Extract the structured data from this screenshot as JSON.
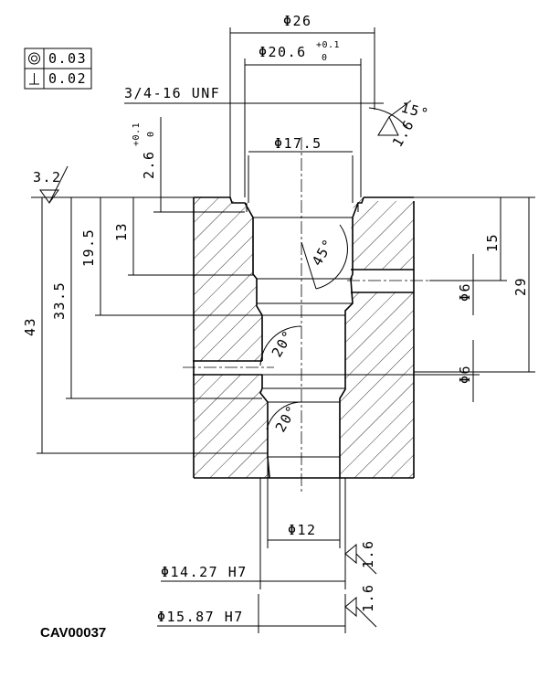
{
  "tolerances": {
    "concentricity_symbol": "◎",
    "concentricity_value": "0.03",
    "perpendicularity_symbol": "⊥",
    "perpendicularity_value": "0.02"
  },
  "dimensions": {
    "d_outer": "Φ26",
    "d_thread_bore": "Φ20.6",
    "d_thread_bore_tol_upper": "+0.1",
    "d_thread_bore_tol_lower": "0",
    "thread_spec": "3/4-16 UNF",
    "chamfer_angle": "15°",
    "chamfer_roughness": "1.6",
    "d_17_5": "Φ17.5",
    "depth_2_6": "2.6",
    "depth_2_6_tol_upper": "+0.1",
    "depth_2_6_tol_lower": "0",
    "roughness_top": "3.2",
    "depth_13": "13",
    "depth_19_5": "19.5",
    "depth_33_5": "33.5",
    "depth_43": "43",
    "angle_45": "45°",
    "angle_20_upper": "20°",
    "angle_20_lower": "20°",
    "depth_15": "15",
    "depth_29": "29",
    "d_port_upper": "Φ6",
    "d_port_lower": "Φ6",
    "d_12": "Φ12",
    "roughness_1": "1.6",
    "d_14_27": "Φ14.27 H7",
    "roughness_2": "1.6",
    "d_15_87": "Φ15.87 H7"
  },
  "part_code": "CAV00037"
}
